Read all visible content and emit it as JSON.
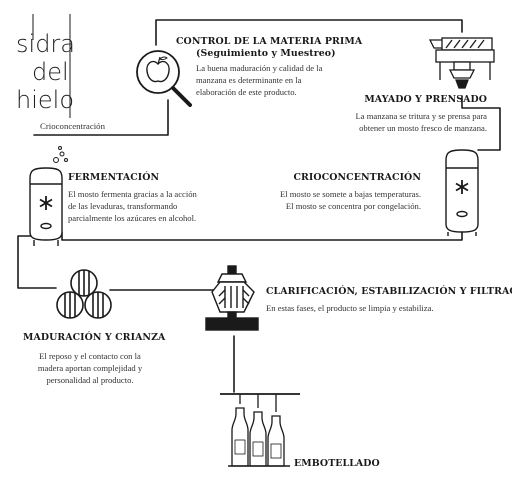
{
  "logo": {
    "line1": [
      "s",
      "i",
      "d",
      "r",
      "a"
    ],
    "line2": [
      "d",
      "e",
      "l"
    ],
    "line3": [
      "h",
      "i",
      "e",
      "l",
      "o"
    ],
    "caption": "Crioconcentración"
  },
  "steps": {
    "control": {
      "title_line1": "CONTROL DE LA MATERIA PRIMA",
      "title_line2": "(Seguimiento y Muestreo)",
      "text": [
        "La buena maduración y calidad de la",
        "manzana es determinante en la",
        "elaboración de este producto."
      ],
      "icon": "magnifier-apple-icon"
    },
    "mayado": {
      "title": "MAYADO Y PRENSADO",
      "text": [
        "La manzana se tritura y se prensa para",
        "obtener un mosto fresco de manzana."
      ],
      "icon": "press-machine-icon"
    },
    "crio": {
      "title": "CRIOCONCENTRACIÓN",
      "text": [
        "El mosto se somete a bajas temperaturas.",
        "El mosto se concentra por congelación."
      ],
      "icon": "freezer-tank-icon"
    },
    "fermentacion": {
      "title": "FERMENTACIÓN",
      "text": [
        "El mosto fermenta gracias a la acción",
        "de las levaduras, transformando",
        "parcialmente los azúcares en alcohol."
      ],
      "icon": "fermentation-tank-icon"
    },
    "clarificacion": {
      "title": "CLARIFICACIÓN, ESTABILIZACIÓN Y FILTRACIÓN",
      "text": [
        "En estas fases, el producto se limpia y estabiliza."
      ],
      "icon": "filter-machine-icon"
    },
    "maduracion": {
      "title": "MADURACIÓN Y CRIANZA",
      "text": [
        "El reposo y el contacto con la",
        "madera aportan complejidad y",
        "personalidad al producto."
      ],
      "icon": "barrels-icon"
    },
    "embotellado": {
      "title": "EMBOTELLADO",
      "icon": "bottling-icon"
    }
  }
}
